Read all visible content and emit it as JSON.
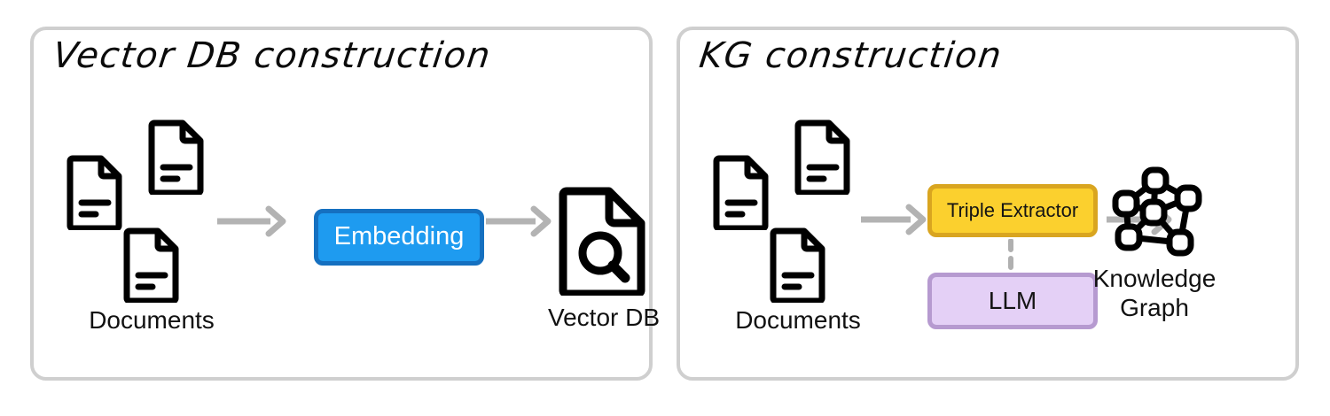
{
  "figure": {
    "background": "#ffffff",
    "panel_border_color": "#cfcfcf"
  },
  "panels": [
    {
      "id": "vector-db-construction",
      "title": "Vector DB construction",
      "input": {
        "icon": "document-icon",
        "count": 3,
        "label": "Documents"
      },
      "process": {
        "label": "Embedding",
        "fill": "#1e9bf0",
        "border": "#1570c0",
        "text_color": "#ffffff"
      },
      "output": {
        "icon": "document-search-icon",
        "label": "Vector DB",
        "label_lines": [
          "Vector DB"
        ]
      },
      "arrows": [
        {
          "name": "arrow-documents-to-embedding",
          "color": "#b3b3b3"
        },
        {
          "name": "arrow-embedding-to-vectordb",
          "color": "#b3b3b3"
        }
      ]
    },
    {
      "id": "kg-construction",
      "title": "KG construction",
      "input": {
        "icon": "document-icon",
        "count": 3,
        "label": "Documents"
      },
      "process": {
        "label": "Triple Extractor",
        "fill": "#fbd02e",
        "border": "#d9a520",
        "text_color": "#141414"
      },
      "helper": {
        "label": "LLM",
        "fill": "#e4d0f6",
        "border": "#b69ad0",
        "text_color": "#141414",
        "connector": "dashed"
      },
      "output": {
        "icon": "knowledge-graph-icon",
        "label": "Knowledge Graph",
        "label_lines": [
          "Knowledge",
          "Graph"
        ]
      },
      "arrows": [
        {
          "name": "arrow-documents-to-triple-extractor",
          "color": "#b3b3b3"
        },
        {
          "name": "arrow-triple-extractor-to-kg",
          "color": "#b3b3b3"
        }
      ]
    }
  ]
}
